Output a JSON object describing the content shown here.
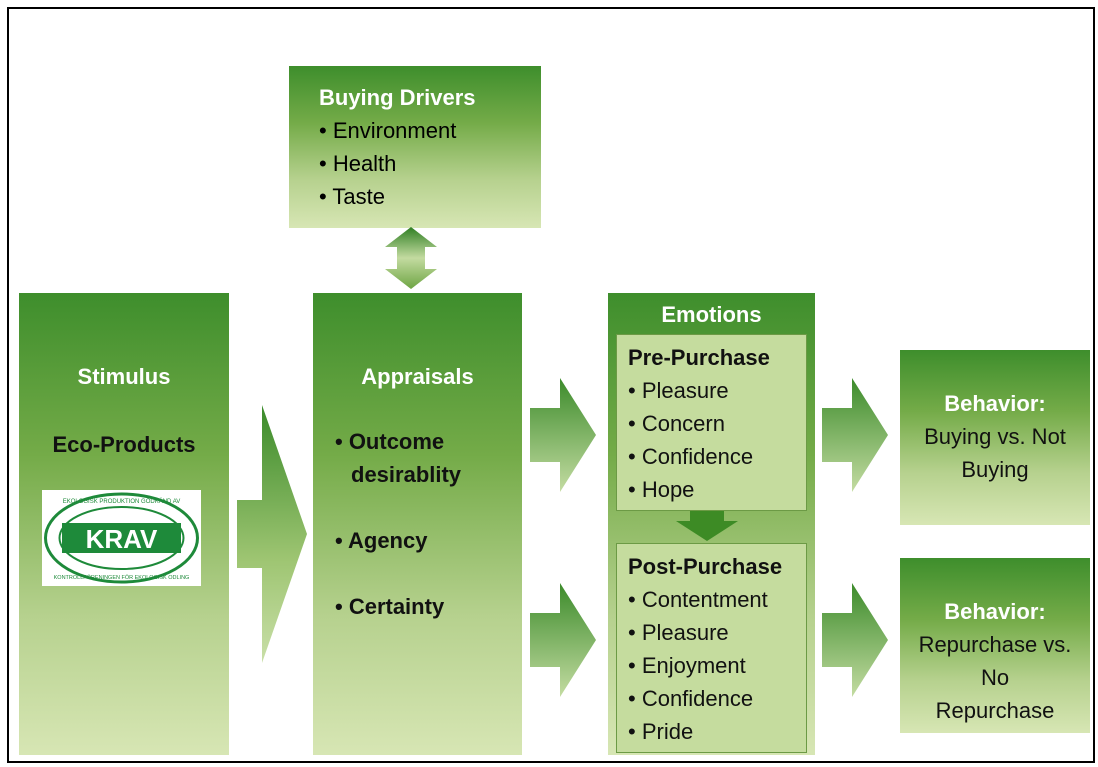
{
  "buying_drivers": {
    "title": "Buying Drivers",
    "items": [
      "• Environment",
      "• Health",
      "• Taste"
    ]
  },
  "stimulus": {
    "title": "Stimulus",
    "subtitle": "Eco-Products",
    "logo": {
      "text": "KRAV",
      "ring_top": "EKOLOGISK PRODUKTION GODKÄND AV",
      "ring_bottom": "KONTROLLFÖRENINGEN FÖR EKOLOGISK ODLING"
    }
  },
  "appraisals": {
    "title": "Appraisals",
    "items": [
      "• Outcome",
      "desirablity",
      "• Agency",
      "• Certainty"
    ]
  },
  "emotions": {
    "title": "Emotions",
    "pre": {
      "title": "Pre-Purchase",
      "items": [
        "• Pleasure",
        "• Concern",
        "• Confidence",
        "• Hope"
      ]
    },
    "post": {
      "title": "Post-Purchase",
      "items": [
        "• Contentment",
        "• Pleasure",
        "• Enjoyment",
        "• Confidence",
        "• Pride"
      ]
    }
  },
  "behavior_buy": {
    "title": "Behavior:",
    "lines": [
      "Buying vs. Not",
      "Buying"
    ]
  },
  "behavior_repurchase": {
    "title": "Behavior:",
    "lines": [
      "Repurchase vs.",
      "No",
      "Repurchase"
    ]
  },
  "colors": {
    "dark_green": "#2e7d22",
    "light_green": "#d7e6b4",
    "inner_box": "#c5dc9e"
  }
}
